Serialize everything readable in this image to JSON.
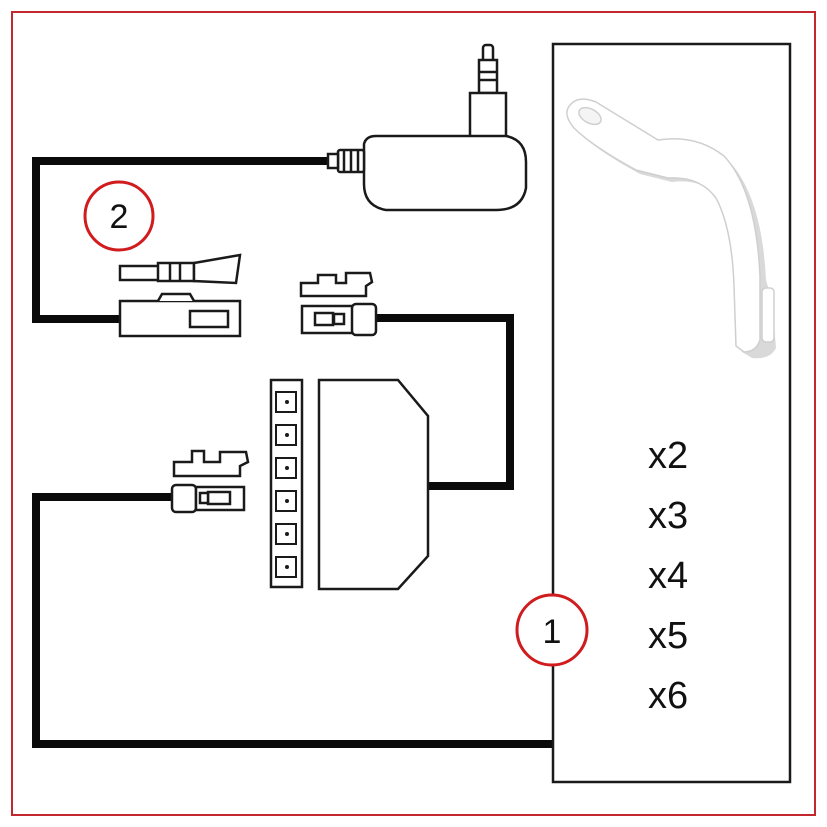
{
  "colors": {
    "border": "#c1272d",
    "badge_ring": "#d01c1f",
    "wire": "#0a0a0a",
    "outline": "#1a1a1a",
    "lamp_fill": "#ffffff",
    "lamp_shadow": "#d9d9d9"
  },
  "badges": {
    "power_supply": "2",
    "lamp_panel": "1"
  },
  "multipliers": [
    "x2",
    "x3",
    "x4",
    "x5",
    "x6"
  ],
  "icons": {
    "plug": "power-plug-icon",
    "adapter": "power-adapter-icon",
    "lamp": "flexible-led-lamp-icon",
    "splitter": "six-way-splitter-icon",
    "connector": "jst-connector-icon"
  }
}
